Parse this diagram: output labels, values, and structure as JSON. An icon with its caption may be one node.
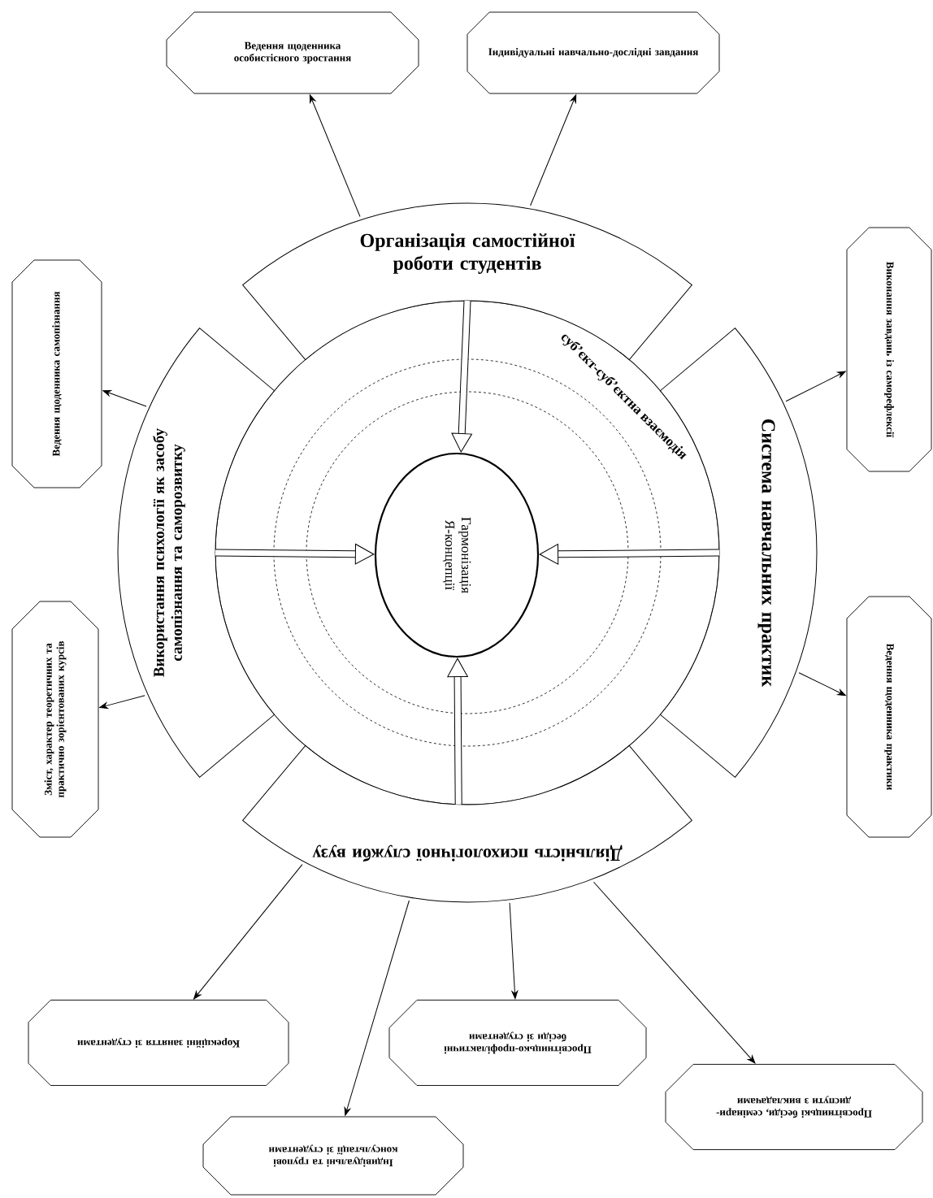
{
  "diagram": {
    "nodes": [
      {
        "text": [
          "Гармонізація Я-концепції"
        ]
      },
      {
        "text": [
          "Організація самостійної роботи студентів"
        ]
      },
      {
        "text": [
          "Система навчальних практик"
        ]
      },
      {
        "text": [
          "Діяльність психологічної служби вузу"
        ]
      },
      {
        "text": [
          "Використання психології як засобу самопізнання та саморозвитку"
        ]
      },
      {
        "text": [
          "Ведення щоденника особистісного зростання"
        ]
      },
      {
        "text": [
          "Індивідуальні навчально-дослідні завдання"
        ]
      },
      {
        "text": [
          "Виконання завдань із саморефлексії"
        ]
      },
      {
        "text": [
          "Ведення щоденника практики"
        ]
      },
      {
        "text": [
          "Ведення щоденника самопізнання"
        ]
      },
      {
        "text": [
          "Зміст, характер теоретичних та практично зорієнтованих курсів"
        ]
      },
      {
        "text": [
          "Корекційні заняття зі студентами"
        ]
      },
      {
        "text": [
          "Індивідуальні та групові консультації зі студентами"
        ]
      },
      {
        "text": [
          "Просвітницько-профілактичні бесіди зі студентами"
        ]
      },
      {
        "text": [
          "Просвітницькі бесіди, семінари-диспути з викладачами"
        ]
      }
    ],
    "edges": [
      {
        "from": 1,
        "to": 0,
        "arrow": "to",
        "style": "thick"
      },
      {
        "from": 2,
        "to": 0,
        "arrow": "to",
        "style": "thick"
      },
      {
        "from": 3,
        "to": 0,
        "arrow": "to",
        "style": "thick"
      },
      {
        "from": 4,
        "to": 0,
        "arrow": "to",
        "style": "thick"
      },
      {
        "from": 1,
        "to": 5,
        "arrow": "to"
      },
      {
        "from": 1,
        "to": 6,
        "arrow": "to"
      },
      {
        "from": 2,
        "to": 7,
        "arrow": "to"
      },
      {
        "from": 2,
        "to": 8,
        "arrow": "to"
      },
      {
        "from": 4,
        "to": 9,
        "arrow": "to"
      },
      {
        "from": 4,
        "to": 10,
        "arrow": "to"
      },
      {
        "from": 3,
        "to": 11,
        "arrow": "to"
      },
      {
        "from": 3,
        "to": 12,
        "arrow": "to"
      },
      {
        "from": 3,
        "to": 13,
        "arrow": "to"
      },
      {
        "from": 3,
        "to": 14,
        "arrow": "to"
      }
    ],
    "labels": [
      "суб’єкт-суб’єктна взаємодія"
    ]
  }
}
